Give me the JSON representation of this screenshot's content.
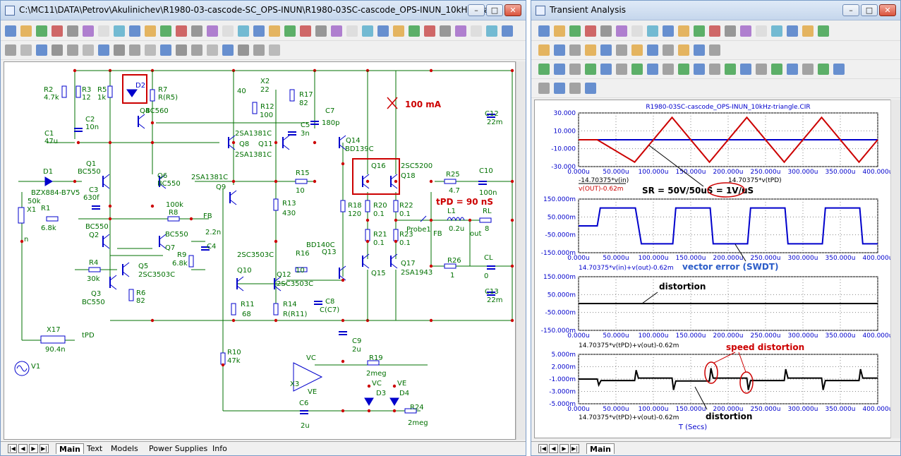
{
  "schematic_window": {
    "title": "C:\\MC11\\DATA\\Petrov\\Akulinichev\\R1980-03-cascode-SC_OPS-INUN\\R1980-03SC-cascode_OPS-INUN_10kHz-trian...",
    "tabs": [
      "Main",
      "Text",
      "Models",
      "Power Supplies",
      "Info"
    ],
    "active_tab": "Main"
  },
  "schematic": {
    "parts": [
      {
        "ref": "R2",
        "value": "4.7k"
      },
      {
        "ref": "R3",
        "value": "12"
      },
      {
        "ref": "R5",
        "value": "1k"
      },
      {
        "ref": "D2",
        "value": ""
      },
      {
        "ref": "R7",
        "value": "R(R5)"
      },
      {
        "ref": "C2",
        "value": "10n"
      },
      {
        "ref": "C1",
        "value": "47u"
      },
      {
        "ref": "Q4",
        "value": "BC560"
      },
      {
        "ref": "Q1",
        "value": "BC550"
      },
      {
        "ref": "Q6",
        "value": "BC550"
      },
      {
        "ref": "D1",
        "value": "BZX884-B7V5"
      },
      {
        "ref": "C3",
        "value": "630f"
      },
      {
        "ref": "X1",
        "value": "50k"
      },
      {
        "ref": "R1",
        "value": "6.8k"
      },
      {
        "ref": "R8",
        "value": "100k"
      },
      {
        "ref": "Q2",
        "value": "BC550"
      },
      {
        "ref": "Q7",
        "value": "BC550"
      },
      {
        "ref": "R9",
        "value": "6.8k"
      },
      {
        "ref": "C4",
        "value": "2.2n"
      },
      {
        "ref": "R4",
        "value": "30k"
      },
      {
        "ref": "Q5",
        "value": "2SC3503C"
      },
      {
        "ref": "Q3",
        "value": "BC550"
      },
      {
        "ref": "R6",
        "value": "82"
      },
      {
        "ref": "X2",
        "value": "22"
      },
      {
        "ref": "R12",
        "value": "100"
      },
      {
        "ref": "R17",
        "value": "82"
      },
      {
        "ref": "C5",
        "value": "3n"
      },
      {
        "ref": "Q8",
        "value": "2SA1381C"
      },
      {
        "ref": "Q11",
        "value": "2SA1381C"
      },
      {
        "ref": "Q9",
        "value": "2SA1381C"
      },
      {
        "ref": "R15",
        "value": "10"
      },
      {
        "ref": "R13",
        "value": "430"
      },
      {
        "ref": "C7",
        "value": "180p"
      },
      {
        "ref": "Q14",
        "value": "BD139C"
      },
      {
        "ref": "R16",
        "value": "10"
      },
      {
        "ref": "Q13",
        "value": "BD140C"
      },
      {
        "ref": "Q10",
        "value": "2SC3503C"
      },
      {
        "ref": "Q12",
        "value": "2SC3503C"
      },
      {
        "ref": "R11",
        "value": "68"
      },
      {
        "ref": "R14",
        "value": "R(R11)"
      },
      {
        "ref": "C8",
        "value": "C(C7)"
      },
      {
        "ref": "Q16",
        "value": "2SC5200"
      },
      {
        "ref": "Q18",
        "value": ""
      },
      {
        "ref": "R18",
        "value": "120"
      },
      {
        "ref": "R20",
        "value": "0.1"
      },
      {
        "ref": "R22",
        "value": "0.1"
      },
      {
        "ref": "R21",
        "value": "0.1"
      },
      {
        "ref": "R23",
        "value": "0.1"
      },
      {
        "ref": "Q15",
        "value": "2SA1943"
      },
      {
        "ref": "Q17",
        "value": ""
      },
      {
        "ref": "R25",
        "value": "4.7"
      },
      {
        "ref": "C10",
        "value": "100n"
      },
      {
        "ref": "L1",
        "value": "0.2u"
      },
      {
        "ref": "RL",
        "value": "8"
      },
      {
        "ref": "R26",
        "value": "1"
      },
      {
        "ref": "CL",
        "value": "0"
      },
      {
        "ref": "C12",
        "value": "22m"
      },
      {
        "ref": "C13",
        "value": "22m"
      },
      {
        "ref": "X17",
        "value": "90.4n"
      },
      {
        "ref": "V1",
        "value": ""
      },
      {
        "ref": "R10",
        "value": "47k"
      },
      {
        "ref": "C9",
        "value": "2u"
      },
      {
        "ref": "R19",
        "value": "2meg"
      },
      {
        "ref": "X3",
        "value": ""
      },
      {
        "ref": "C6",
        "value": "2u"
      },
      {
        "ref": "D3",
        "value": ""
      },
      {
        "ref": "D4",
        "value": ""
      },
      {
        "ref": "R24",
        "value": "2meg"
      }
    ],
    "annotations": {
      "current": "100 mA",
      "tpd": "tPD = 90 nS",
      "probe": "Probe1"
    },
    "nodes": {
      "fb": "FB",
      "fb2": "FB",
      "out": "out",
      "n": "n",
      "tpd": "tPD",
      "vc": "VC",
      "ve": "VE",
      "vc2": "VC",
      "ve2": "VE"
    }
  },
  "transient_window": {
    "title": "Transient Analysis",
    "tabs": [
      "Main"
    ],
    "active_tab": "Main"
  },
  "chart_data": [
    {
      "type": "line",
      "title": "R1980-03SC-cascode_OPS-INUN_10kHz-triangle.CIR",
      "x_ticks": [
        "0.000u",
        "50.000u",
        "100.000u",
        "150.000u",
        "200.000u",
        "250.000u",
        "300.000u",
        "350.000u",
        "400.000u"
      ],
      "y_ticks": [
        "30.000",
        "10.000",
        "-10.000",
        "-30.000"
      ],
      "ylim": [
        -30,
        30
      ],
      "xlim": [
        0,
        400
      ],
      "series": [
        {
          "name": "-14.70375*v(in)",
          "color": "#0000cc",
          "points": [
            [
              0,
              0
            ],
            [
              400,
              0
            ]
          ]
        },
        {
          "name": "v(OUT)-0.62m",
          "color": "#cc0000",
          "points": [
            [
              0,
              0
            ],
            [
              25,
              0
            ],
            [
              75,
              -25
            ],
            [
              125,
              25
            ],
            [
              175,
              -25
            ],
            [
              225,
              25
            ],
            [
              275,
              -25
            ],
            [
              325,
              25
            ],
            [
              375,
              -25
            ],
            [
              400,
              0
            ]
          ]
        }
      ],
      "x_labels": [
        "-14.70375*v(in)",
        "14.70375*v(tPD)",
        "v(OUT)-0.62m"
      ],
      "annotation": "SR = 50V/50uS = 1V/uS"
    },
    {
      "type": "line",
      "x_ticks": [
        "0.000u",
        "50.000u",
        "100.000u",
        "150.000u",
        "200.000u",
        "250.000u",
        "300.000u",
        "350.000u",
        "400.000u"
      ],
      "y_ticks": [
        "150.000m",
        "50.000m",
        "-50.000m",
        "-150.000m"
      ],
      "ylim": [
        -150,
        150
      ],
      "xlim": [
        0,
        400
      ],
      "series": [
        {
          "name": "14.70375*v(in)+v(out)-0.62m",
          "color": "#0000cc",
          "points": [
            [
              0,
              0
            ],
            [
              20,
              0
            ],
            [
              25,
              0
            ],
            [
              29,
              100
            ],
            [
              76,
              100
            ],
            [
              80,
              0
            ],
            [
              84,
              -100
            ],
            [
              126,
              -100
            ],
            [
              130,
              100
            ],
            [
              176,
              100
            ],
            [
              180,
              -100
            ],
            [
              226,
              -100
            ],
            [
              230,
              100
            ],
            [
              276,
              100
            ],
            [
              280,
              -100
            ],
            [
              326,
              -100
            ],
            [
              330,
              100
            ],
            [
              376,
              100
            ],
            [
              380,
              -100
            ],
            [
              400,
              -100
            ]
          ]
        }
      ],
      "x_label": "14.70375*v(in)+v(out)-0.62m",
      "annotation": "vector error (SWDT)"
    },
    {
      "type": "line",
      "x_ticks": [
        "0.000u",
        "50.000u",
        "100.000u",
        "150.000u",
        "200.000u",
        "250.000u",
        "300.000u",
        "350.000u",
        "400.000u"
      ],
      "y_ticks": [
        "150.000m",
        "50.000m",
        "-50.000m",
        "-150.000m"
      ],
      "ylim": [
        -150,
        150
      ],
      "xlim": [
        0,
        400
      ],
      "series": [
        {
          "name": "14.70375*v(tPD)+v(out)-0.62m",
          "color": "#000000",
          "points": [
            [
              0,
              0
            ],
            [
              400,
              0
            ]
          ]
        }
      ],
      "x_label": "14.70375*v(tPD)+v(out)-0.62m",
      "annotation": "distortion"
    },
    {
      "type": "line",
      "x_ticks": [
        "0.000u",
        "50.000u",
        "100.000u",
        "150.000u",
        "200.000u",
        "250.000u",
        "300.000u",
        "350.000u",
        "400.000u"
      ],
      "y_ticks": [
        "5.000m",
        "2.000m",
        "-1.000m",
        "-3.000m",
        "-5.000m"
      ],
      "ylim": [
        -5,
        5
      ],
      "xlim": [
        0,
        400
      ],
      "series": [
        {
          "name": "14.70375*v(tPD)+v(out)-0.62m",
          "color": "#000000",
          "points": [
            [
              0,
              0
            ],
            [
              25,
              0
            ],
            [
              27,
              -1.2
            ],
            [
              30,
              -0.3
            ],
            [
              75,
              -0.3
            ],
            [
              77,
              1.8
            ],
            [
              80,
              0.2
            ],
            [
              125,
              0.2
            ],
            [
              127,
              -2.2
            ],
            [
              130,
              -0.4
            ],
            [
              175,
              -0.4
            ],
            [
              177,
              2.2
            ],
            [
              180,
              0.2
            ],
            [
              225,
              0.2
            ],
            [
              227,
              -2.2
            ],
            [
              230,
              -0.3
            ],
            [
              275,
              -0.3
            ],
            [
              277,
              2
            ],
            [
              280,
              0.2
            ],
            [
              325,
              0.2
            ],
            [
              327,
              -2.2
            ],
            [
              330,
              -0.3
            ],
            [
              375,
              -0.3
            ],
            [
              377,
              2
            ],
            [
              380,
              0.2
            ],
            [
              400,
              0.2
            ]
          ]
        }
      ],
      "x_label": "14.70375*v(tPD)+v(out)-0.62m",
      "xlabel": "T (Secs)",
      "annotations": [
        "speed distortion",
        "distortion"
      ]
    }
  ]
}
